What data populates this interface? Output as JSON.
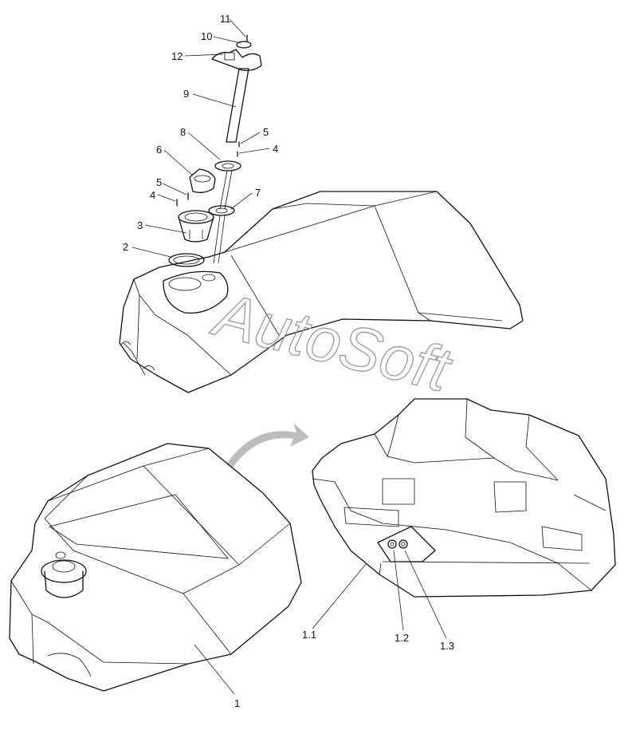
{
  "watermark": "AutoSoft",
  "callouts": {
    "c11": "11",
    "c10": "10",
    "c12": "12",
    "c9": "9",
    "c8": "8",
    "c5a": "5",
    "c4a": "4",
    "c6": "6",
    "c5b": "5",
    "c4b": "4",
    "c7": "7",
    "c3": "3",
    "c2": "2",
    "c1": "1",
    "c1_1": "1.1",
    "c1_2": "1.2",
    "c1_3": "1.3"
  }
}
